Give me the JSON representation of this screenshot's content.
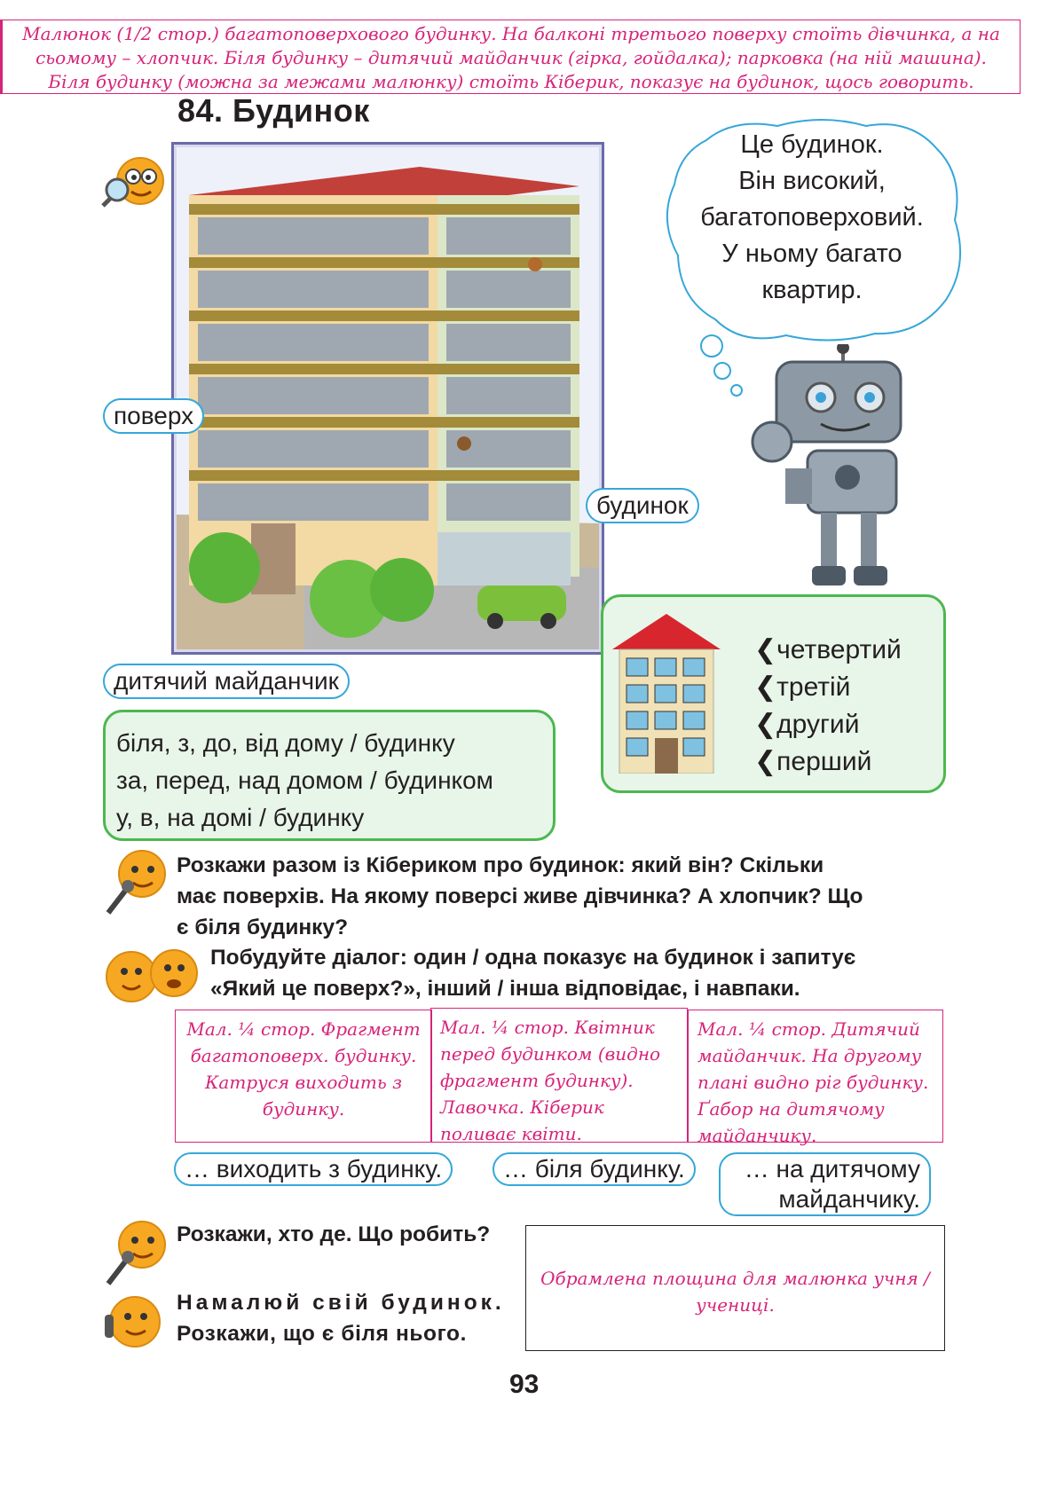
{
  "top_note": [
    "Малюнок (1/2 стор.) багатоповерхового будинку. На балконі третього поверху стоїть дівчинка, а на",
    "сьомому – хлопчик. Біля будинку – дитячий майданчик (гірка, гойдалка); парковка (на ній машина).",
    "Біля будинку (можна за межами малюнку) стоїть Кіберик, показує на будинок, щось говорить."
  ],
  "title": "84. Будинок",
  "thought_lines": [
    "Це будинок.",
    "Він високий,",
    "багатоповерховий.",
    "У ньому багато",
    "квартир."
  ],
  "labels": {
    "floor": "поверх",
    "house": "будинок",
    "playground": "дитячий майданчик"
  },
  "prepositions": [
    "біля, з, до, від дому / будинку",
    "за, перед, над домом / будинком",
    "у, в, на домі / будинку"
  ],
  "floors": [
    "четвертий",
    "третій",
    "другий",
    "перший"
  ],
  "task1": [
    "Розкажи разом із Кібериком про будинок: який він? Скільки",
    "має поверхів. На якому поверсі живе дівчинка? А хлопчик? Що",
    "є біля будинку?"
  ],
  "task2": [
    "Побудуйте діалог: один / одна показує на будинок і запитує",
    "«Який це поверх?», інший / інша відповідає, і навпаки."
  ],
  "cells": [
    "Мал. ¼ стор. Фрагмент багатоповерх. будинку. Катруся виходить з будинку.",
    "Мал. ¼ стор. Квітник перед будинком (видно фрагмент будинку). Лавочка. Кіберик поливає квіти.",
    "Мал. ¼ стор. Дитячий майданчик. На другому плані видно ріг будинку. Ґабор на дитячому майданчику."
  ],
  "captions": [
    "… виходить з будинку.",
    "… біля будинку.",
    "… на дитячому майданчику."
  ],
  "task3": "Розкажи, хто де. Що робить?",
  "task4": [
    "Намалюй свій будинок.",
    "Розкажи, що є біля нього."
  ],
  "draw_note": "Обрамлена площина для малюнка учня / учениці.",
  "page_number": "93"
}
